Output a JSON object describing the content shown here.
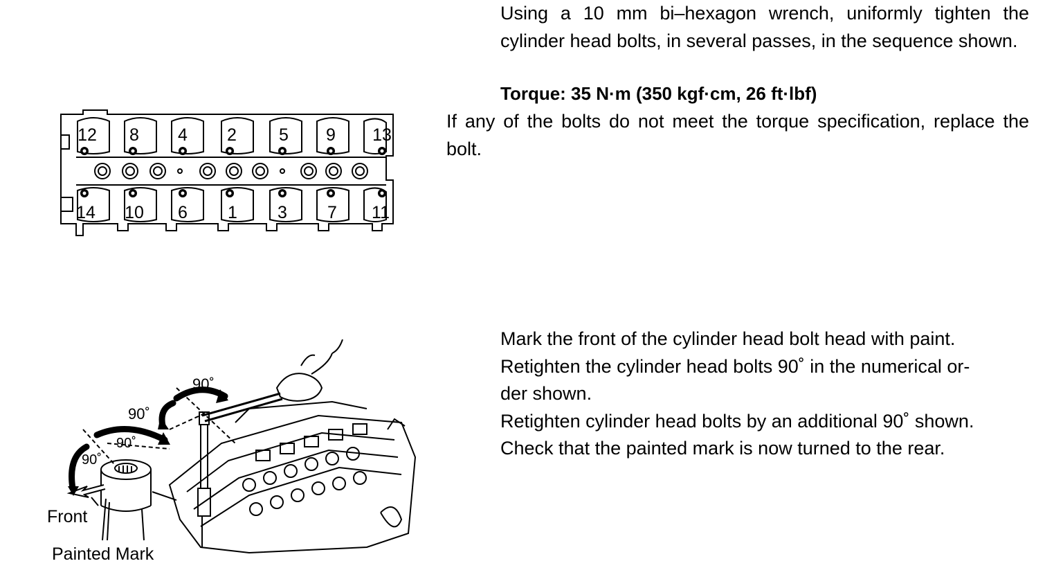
{
  "step1": {
    "instruction": "Using a 10 mm bi–hexagon wrench, uniformly tighten the cylinder head bolts, in several passes, in the sequence shown.",
    "torque": "Torque: 35 N·m (350 kgf·cm, 26 ft·lbf)",
    "note": "If any of the bolts do not meet the torque specification, replace the bolt."
  },
  "diagram1": {
    "top_row": [
      "12",
      "8",
      "4",
      "2",
      "5",
      "9",
      "13"
    ],
    "bottom_row": [
      "14",
      "10",
      "6",
      "1",
      "3",
      "7",
      "11"
    ]
  },
  "step2": {
    "line1": "Mark the front of the cylinder head bolt head with paint.",
    "line2": "Retighten the cylinder head bolts 90˚ in the numerical or-",
    "line3": "der shown.",
    "line4": "Retighten cylinder head bolts by an additional 90˚ shown.",
    "line5": "Check that the painted mark is now turned to the rear."
  },
  "diagram2": {
    "angle_wrench_top": "90˚",
    "angle_wrench_left": "90˚",
    "angle_bolt_top": "90˚",
    "angle_bolt_left": "90˚",
    "label_front": "Front",
    "label_painted_mark": "Painted Mark"
  }
}
